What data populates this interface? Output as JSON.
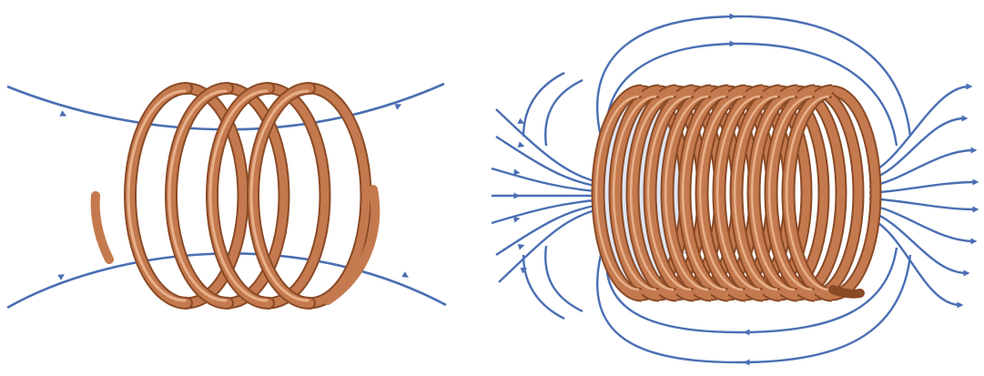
{
  "figure": {
    "panels": [
      {
        "id": "loose-coil",
        "turns": 4,
        "field_lines": 2
      },
      {
        "id": "tight-coil",
        "turns": 12,
        "field_lines": 24
      }
    ]
  },
  "colors": {
    "field_line": "#4a6fb3",
    "field_line_inner": "#9fb6e6",
    "coil_base": "#c47a4e",
    "coil_light": "#e7b08a",
    "coil_dark": "#8a4a26",
    "background": "#ffffff"
  }
}
